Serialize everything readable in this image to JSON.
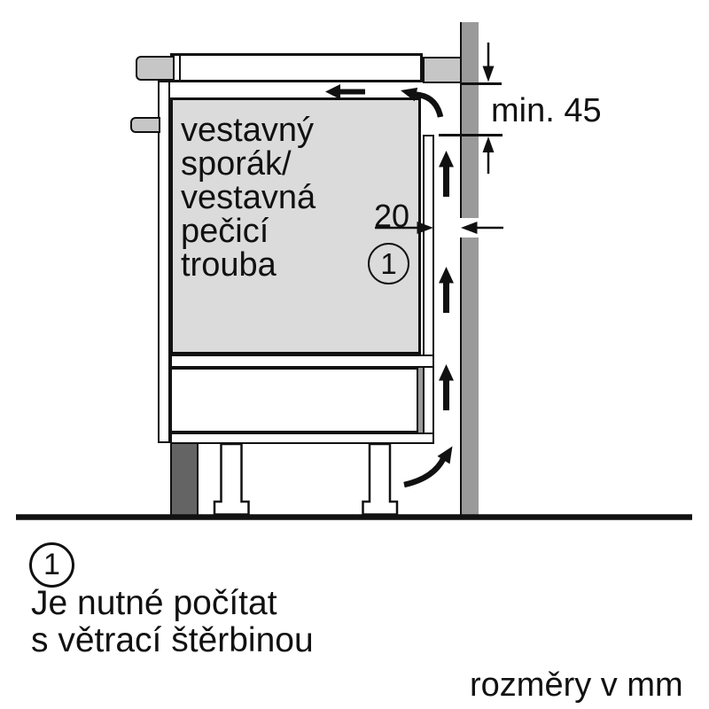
{
  "colors": {
    "wall_gray": "#9a9a9a",
    "worktop_gray": "#c6c6c6",
    "oven_gray": "#dbdbdb",
    "pedestal_gray": "#646464",
    "line_black": "#111111",
    "background": "#ffffff"
  },
  "diagram": {
    "oven_label_lines": [
      "vestavný",
      "sporák/",
      "vestavná",
      "pečicí",
      "trouba"
    ],
    "callout_number": "1",
    "dimensions": {
      "top_clearance": "min. 45",
      "vent_gap": "20"
    }
  },
  "footnote": {
    "marker": "1",
    "line1": "Je nutné počítat",
    "line2": "s větrací štěrbinou"
  },
  "units_note": "rozměry v mm"
}
